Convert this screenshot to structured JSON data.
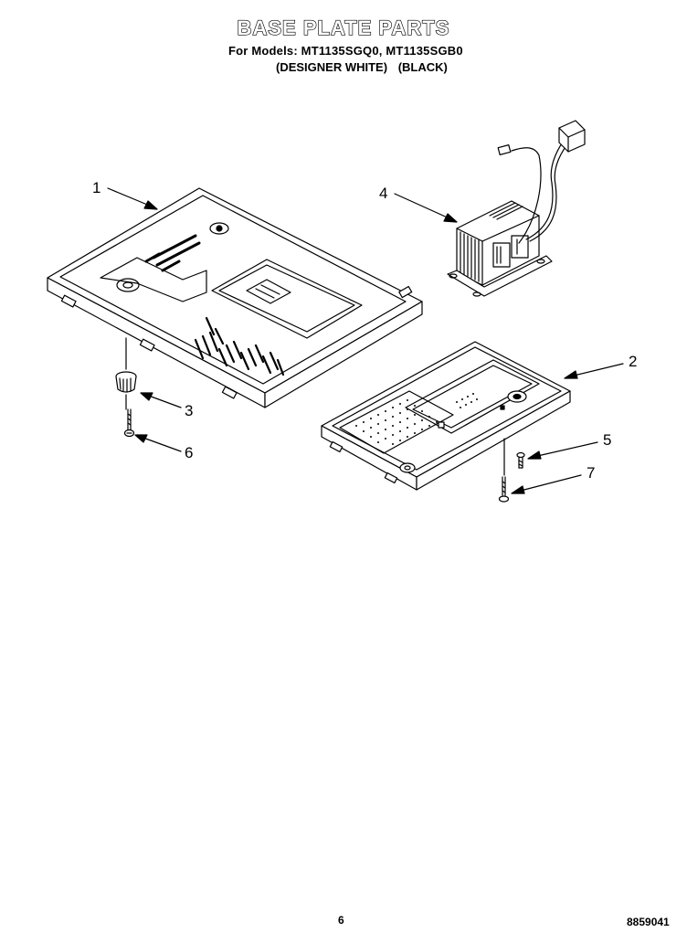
{
  "header": {
    "title": "BASE PLATE PARTS",
    "models_line": "For Models: MT1135SGQ0, MT1135SGB0",
    "variant_white": "(DESIGNER WHITE)",
    "variant_black": "(BLACK)"
  },
  "callouts": {
    "c1": "1",
    "c2": "2",
    "c3": "3",
    "c4": "4",
    "c5": "5",
    "c6": "6",
    "c7": "7"
  },
  "footer": {
    "page_number": "6",
    "document_number": "8859041"
  }
}
